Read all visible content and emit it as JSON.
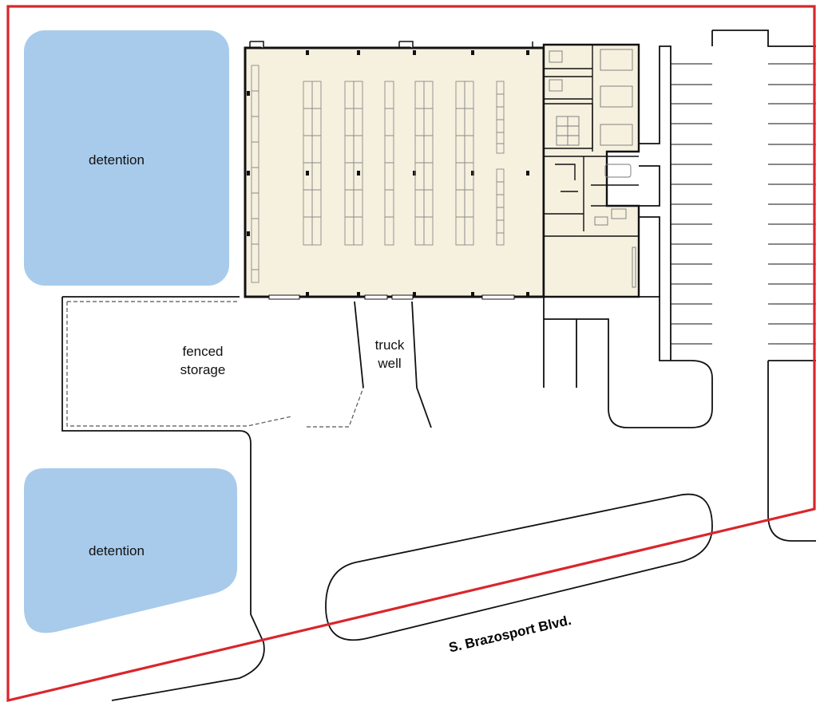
{
  "labels": {
    "detention_north": "detention",
    "detention_south": "detention",
    "fenced_storage_line1": "fenced",
    "fenced_storage_line2": "storage",
    "truck_well_line1": "truck",
    "truck_well_line2": "well",
    "street": "S. Brazosport Blvd."
  },
  "colors": {
    "property_line": "#d9262c",
    "detention_pond": "#a8cbeb",
    "building_floor": "#f6f0df",
    "outline": "#111111"
  }
}
